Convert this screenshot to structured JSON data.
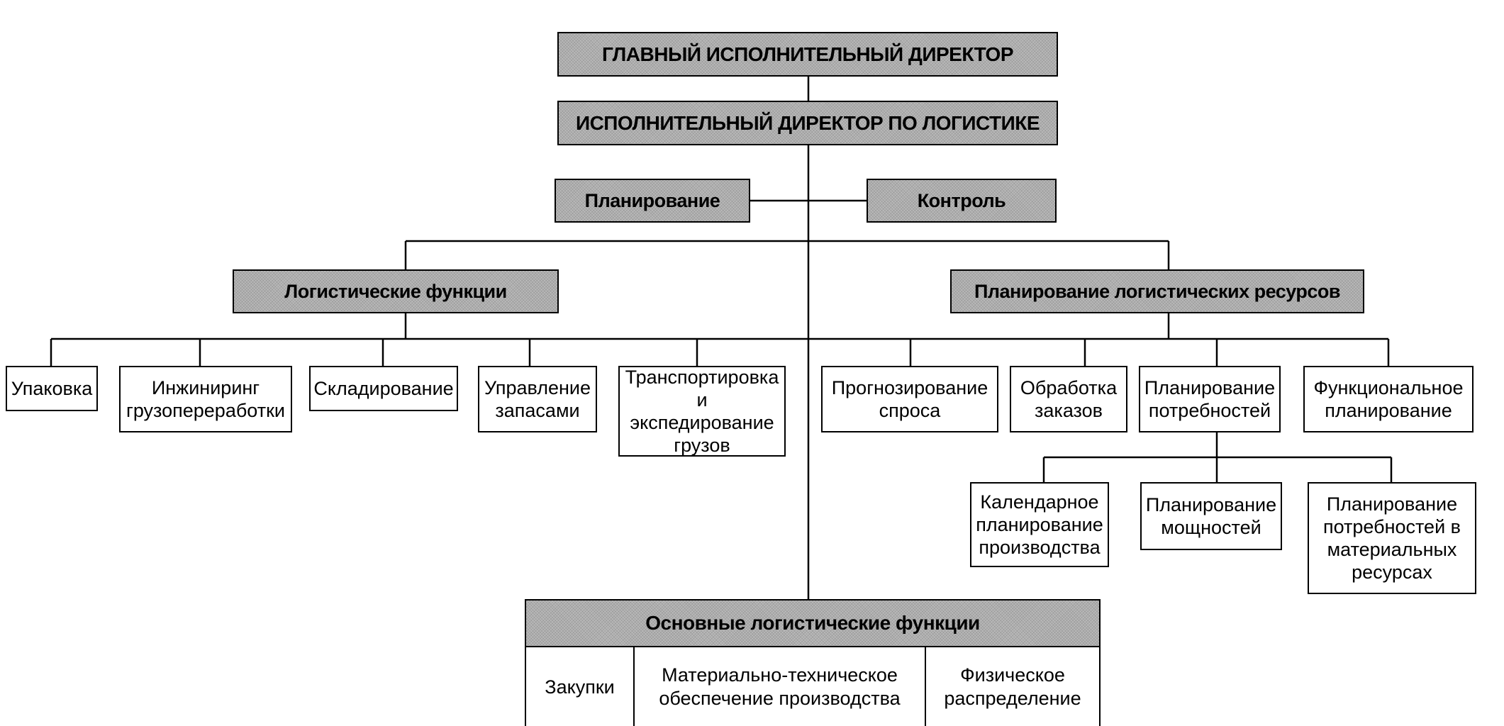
{
  "top": {
    "ceo": "ГЛАВНЫЙ ИСПОЛНИТЕЛЬНЫЙ ДИРЕКТОР",
    "logistics_director": "ИСПОЛНИТЕЛЬНЫЙ ДИРЕКТОР ПО ЛОГИСТИКЕ"
  },
  "staff": {
    "planning": "Планирование",
    "control": "Контроль"
  },
  "branches": {
    "logistic_functions": "Логистические функции",
    "resource_planning": "Планирование логистических ресурсов"
  },
  "logistic_functions": [
    "Упаковка",
    "Инжиниринг грузопереработки",
    "Складирование",
    "Управление запасами",
    "Транспортировка и экспедирование грузов"
  ],
  "resource_planning": [
    "Прогнозирование спроса",
    "Обработка заказов",
    "Планирование потребностей",
    "Функциональное планирование"
  ],
  "needs_planning": [
    "Календарное планирование производства",
    "Планирование мощностей",
    "Планирование потребностей в материальных ресурсах"
  ],
  "basic_functions": {
    "title": "Основные логистические функции",
    "items": [
      "Закупки",
      "Материально-техническое обеспечение производства",
      "Физическое распределение"
    ]
  },
  "colors": {
    "shaded_fill": "#b9b9b9",
    "line": "#000000"
  }
}
